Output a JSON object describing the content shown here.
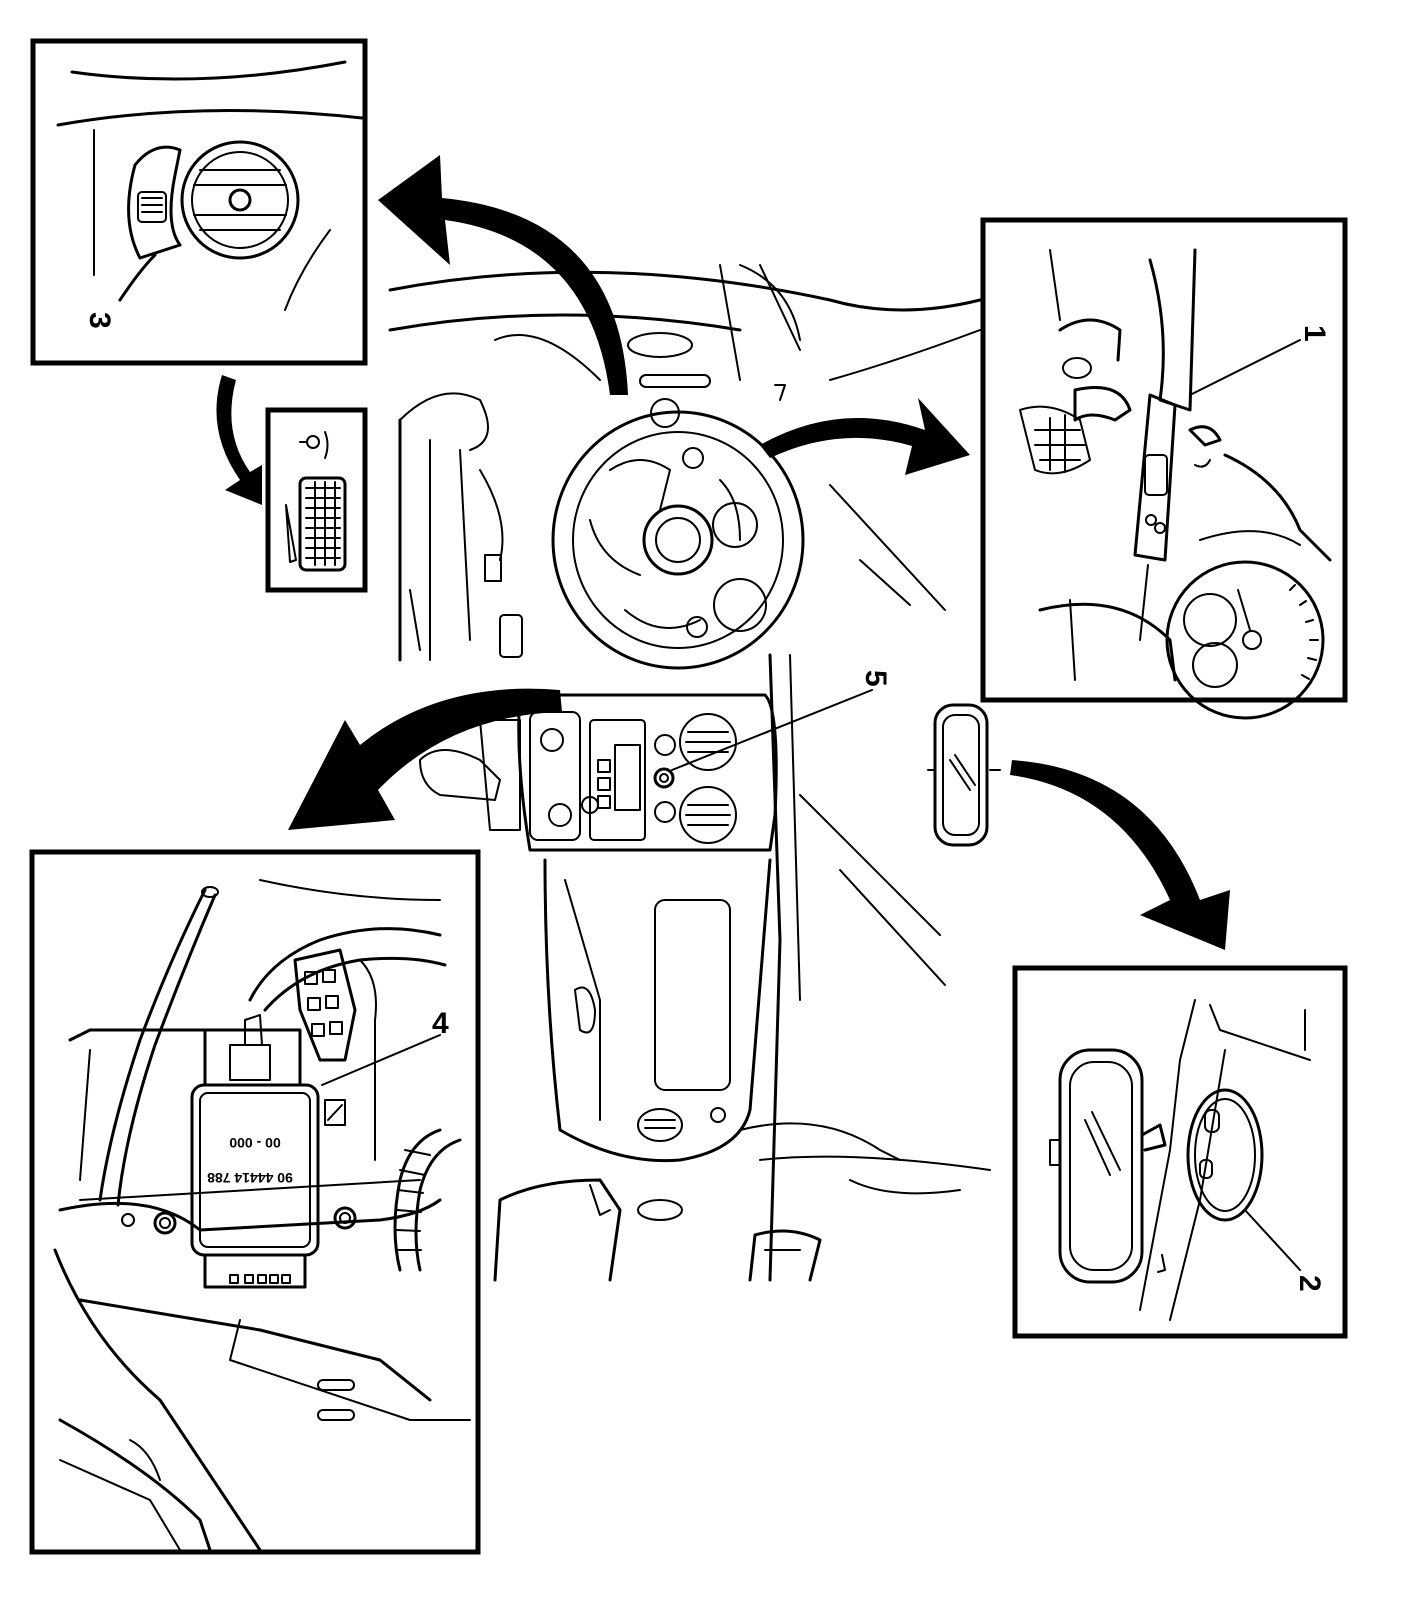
{
  "callouts": {
    "c1": "1",
    "c2": "2",
    "c3": "3",
    "c4": "4",
    "c5": "5"
  },
  "module_label": {
    "part_number": "90 44414 788",
    "code": "00 - 000"
  },
  "icons": [
    "curved-arrow-icon",
    "mirror-icon",
    "dimmer-switch-icon",
    "air-vent-icon",
    "steering-wheel-icon",
    "control-module-icon",
    "stalk-switch-icon"
  ]
}
